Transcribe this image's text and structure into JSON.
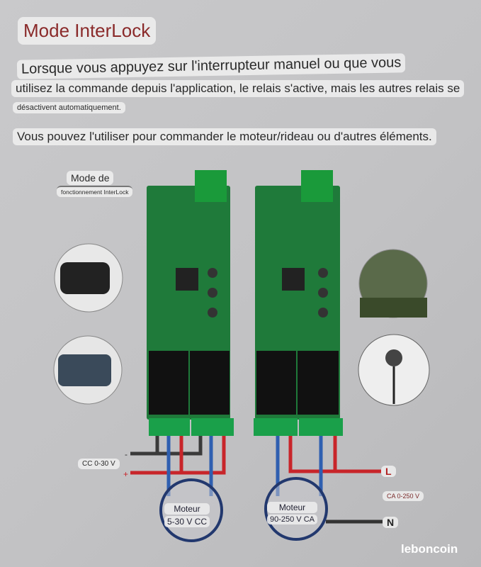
{
  "title": "Mode InterLock",
  "description": {
    "line1": "Lorsque vous appuyez sur l'interrupteur manuel ou que vous",
    "line2": "utilisez la commande depuis l'application, le relais s'active, mais les autres relais se",
    "line3": "désactivent automatiquement.",
    "line4": "Vous pouvez l'utiliser pour commander le moteur/rideau ou d'autres éléments."
  },
  "mode_label": {
    "line1": "Mode de",
    "line2": "fonctionnement InterLock"
  },
  "left_circuit": {
    "supply": "CC 0-30 V",
    "minus": "-",
    "plus": "+",
    "motor_title": "Moteur",
    "motor_spec": "5-30 V CC"
  },
  "right_circuit": {
    "supply": "CA 0-250 V",
    "live": "L",
    "neutral": "N",
    "motor_title": "Moteur",
    "motor_spec": "90-250 V CA"
  },
  "watermark": "leboncoin",
  "colors": {
    "title": "#8a2a2a",
    "wire_red": "#c8252a",
    "wire_blue": "#2f5fb0",
    "wire_black": "#333333",
    "board": "#1f7a3a",
    "motor_ring": "#22386e"
  }
}
